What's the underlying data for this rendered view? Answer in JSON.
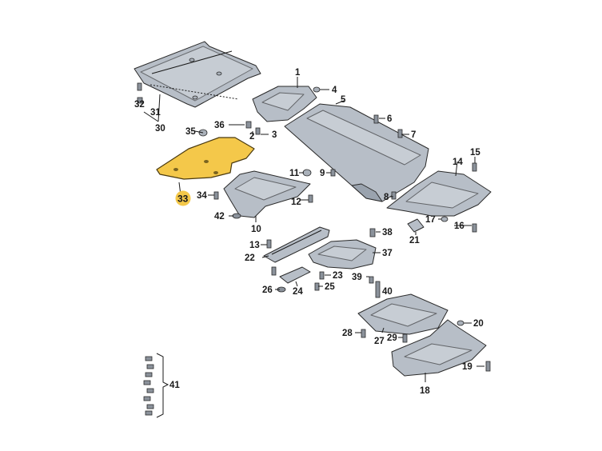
{
  "highlight_color": "#f4c84a",
  "part_color": "#b7bec7",
  "callouts": {
    "c1": "1",
    "c2": "2",
    "c3": "3",
    "c4": "4",
    "c5": "5",
    "c6": "6",
    "c7": "7",
    "c8": "8",
    "c9": "9",
    "c10": "10",
    "c11": "11",
    "c12": "12",
    "c13": "13",
    "c14": "14",
    "c15": "15",
    "c16": "16",
    "c17": "17",
    "c18": "18",
    "c19": "19",
    "c20": "20",
    "c21": "21",
    "c22": "22",
    "c23": "23",
    "c24": "24",
    "c25": "25",
    "c26": "26",
    "c27": "27",
    "c28": "28",
    "c29": "29",
    "c30": "30",
    "c31": "31",
    "c32": "32",
    "c33": "33",
    "c34": "34",
    "c35": "35",
    "c36": "36",
    "c37": "37",
    "c38": "38",
    "c39": "39",
    "c40": "40",
    "c41": "41",
    "c42": "42"
  },
  "highlighted_part": "33"
}
